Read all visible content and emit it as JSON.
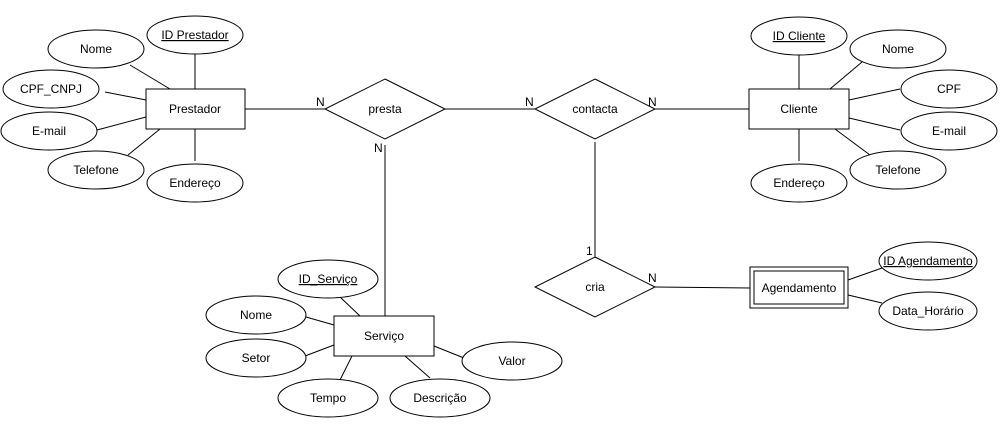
{
  "entities": {
    "prestador": "Prestador",
    "cliente": "Cliente",
    "servico": "Serviço",
    "agendamento": "Agendamento"
  },
  "relationships": {
    "presta": "presta",
    "contacta": "contacta",
    "cria": "cria"
  },
  "attributes": {
    "prestador": {
      "id": "ID Prestador",
      "nome": "Nome",
      "cpf_cnpj": "CPF_CNPJ",
      "email": "E-mail",
      "telefone": "Telefone",
      "endereco": "Endereço"
    },
    "cliente": {
      "id": "ID Cliente",
      "nome": "Nome",
      "cpf": "CPF",
      "email": "E-mail",
      "telefone": "Telefone",
      "endereco": "Endereço"
    },
    "servico": {
      "id": "ID_Serviço",
      "nome": "Nome",
      "setor": "Setor",
      "tempo": "Tempo",
      "descricao": "Descrição",
      "valor": "Valor"
    },
    "agendamento": {
      "id": "ID Agendamento",
      "data_horario": "Data_Horário"
    }
  },
  "cardinalities": {
    "prestador_presta": "N",
    "presta_contacta": "N",
    "presta_servico": "N",
    "contacta_cliente": "N",
    "contacta_cria": "1",
    "cria_agendamento": "N"
  }
}
